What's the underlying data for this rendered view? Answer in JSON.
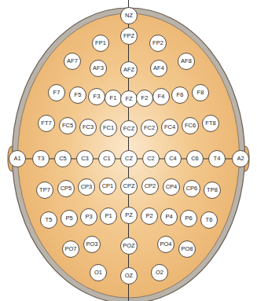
{
  "diagram": {
    "nodes": [
      {
        "text": [
          "NZ"
        ]
      },
      {
        "text": [
          "FP1"
        ]
      },
      {
        "text": [
          "FPZ"
        ]
      },
      {
        "text": [
          "FP2"
        ]
      },
      {
        "text": [
          "AF7"
        ]
      },
      {
        "text": [
          "AF3"
        ]
      },
      {
        "text": [
          "AFZ"
        ]
      },
      {
        "text": [
          "AF4"
        ]
      },
      {
        "text": [
          "AF8"
        ]
      },
      {
        "text": [
          "F7"
        ]
      },
      {
        "text": [
          "F5"
        ]
      },
      {
        "text": [
          "F3"
        ]
      },
      {
        "text": [
          "F1"
        ]
      },
      {
        "text": [
          "FZ"
        ]
      },
      {
        "text": [
          "F2"
        ]
      },
      {
        "text": [
          "F4"
        ]
      },
      {
        "text": [
          "F6"
        ]
      },
      {
        "text": [
          "F8"
        ]
      },
      {
        "text": [
          "FT7"
        ]
      },
      {
        "text": [
          "FC5"
        ]
      },
      {
        "text": [
          "FC3"
        ]
      },
      {
        "text": [
          "FC1"
        ]
      },
      {
        "text": [
          "FCZ"
        ]
      },
      {
        "text": [
          "FC2"
        ]
      },
      {
        "text": [
          "FC4"
        ]
      },
      {
        "text": [
          "FC6"
        ]
      },
      {
        "text": [
          "FT8"
        ]
      },
      {
        "text": [
          "A1"
        ]
      },
      {
        "text": [
          "T3"
        ]
      },
      {
        "text": [
          "C5"
        ]
      },
      {
        "text": [
          "C3"
        ]
      },
      {
        "text": [
          "C1"
        ]
      },
      {
        "text": [
          "CZ"
        ]
      },
      {
        "text": [
          "C2"
        ]
      },
      {
        "text": [
          "C4"
        ]
      },
      {
        "text": [
          "C6"
        ]
      },
      {
        "text": [
          "T4"
        ]
      },
      {
        "text": [
          "A2"
        ]
      },
      {
        "text": [
          "TP7"
        ]
      },
      {
        "text": [
          "CP5"
        ]
      },
      {
        "text": [
          "CP3"
        ]
      },
      {
        "text": [
          "CP1"
        ]
      },
      {
        "text": [
          "CPZ"
        ]
      },
      {
        "text": [
          "CP2"
        ]
      },
      {
        "text": [
          "CP4"
        ]
      },
      {
        "text": [
          "CP6"
        ]
      },
      {
        "text": [
          "TP8"
        ]
      },
      {
        "text": [
          "T5"
        ]
      },
      {
        "text": [
          "P5"
        ]
      },
      {
        "text": [
          "P3"
        ]
      },
      {
        "text": [
          "P1"
        ]
      },
      {
        "text": [
          "PZ"
        ]
      },
      {
        "text": [
          "P2"
        ]
      },
      {
        "text": [
          "P4"
        ]
      },
      {
        "text": [
          "P6"
        ]
      },
      {
        "text": [
          "T6"
        ]
      },
      {
        "text": [
          "PO7"
        ]
      },
      {
        "text": [
          "PO3"
        ]
      },
      {
        "text": [
          "POZ"
        ]
      },
      {
        "text": [
          "PO4"
        ]
      },
      {
        "text": [
          "PO8"
        ]
      },
      {
        "text": [
          "O1"
        ]
      },
      {
        "text": [
          "OZ"
        ]
      },
      {
        "text": [
          "O2"
        ]
      }
    ]
  }
}
